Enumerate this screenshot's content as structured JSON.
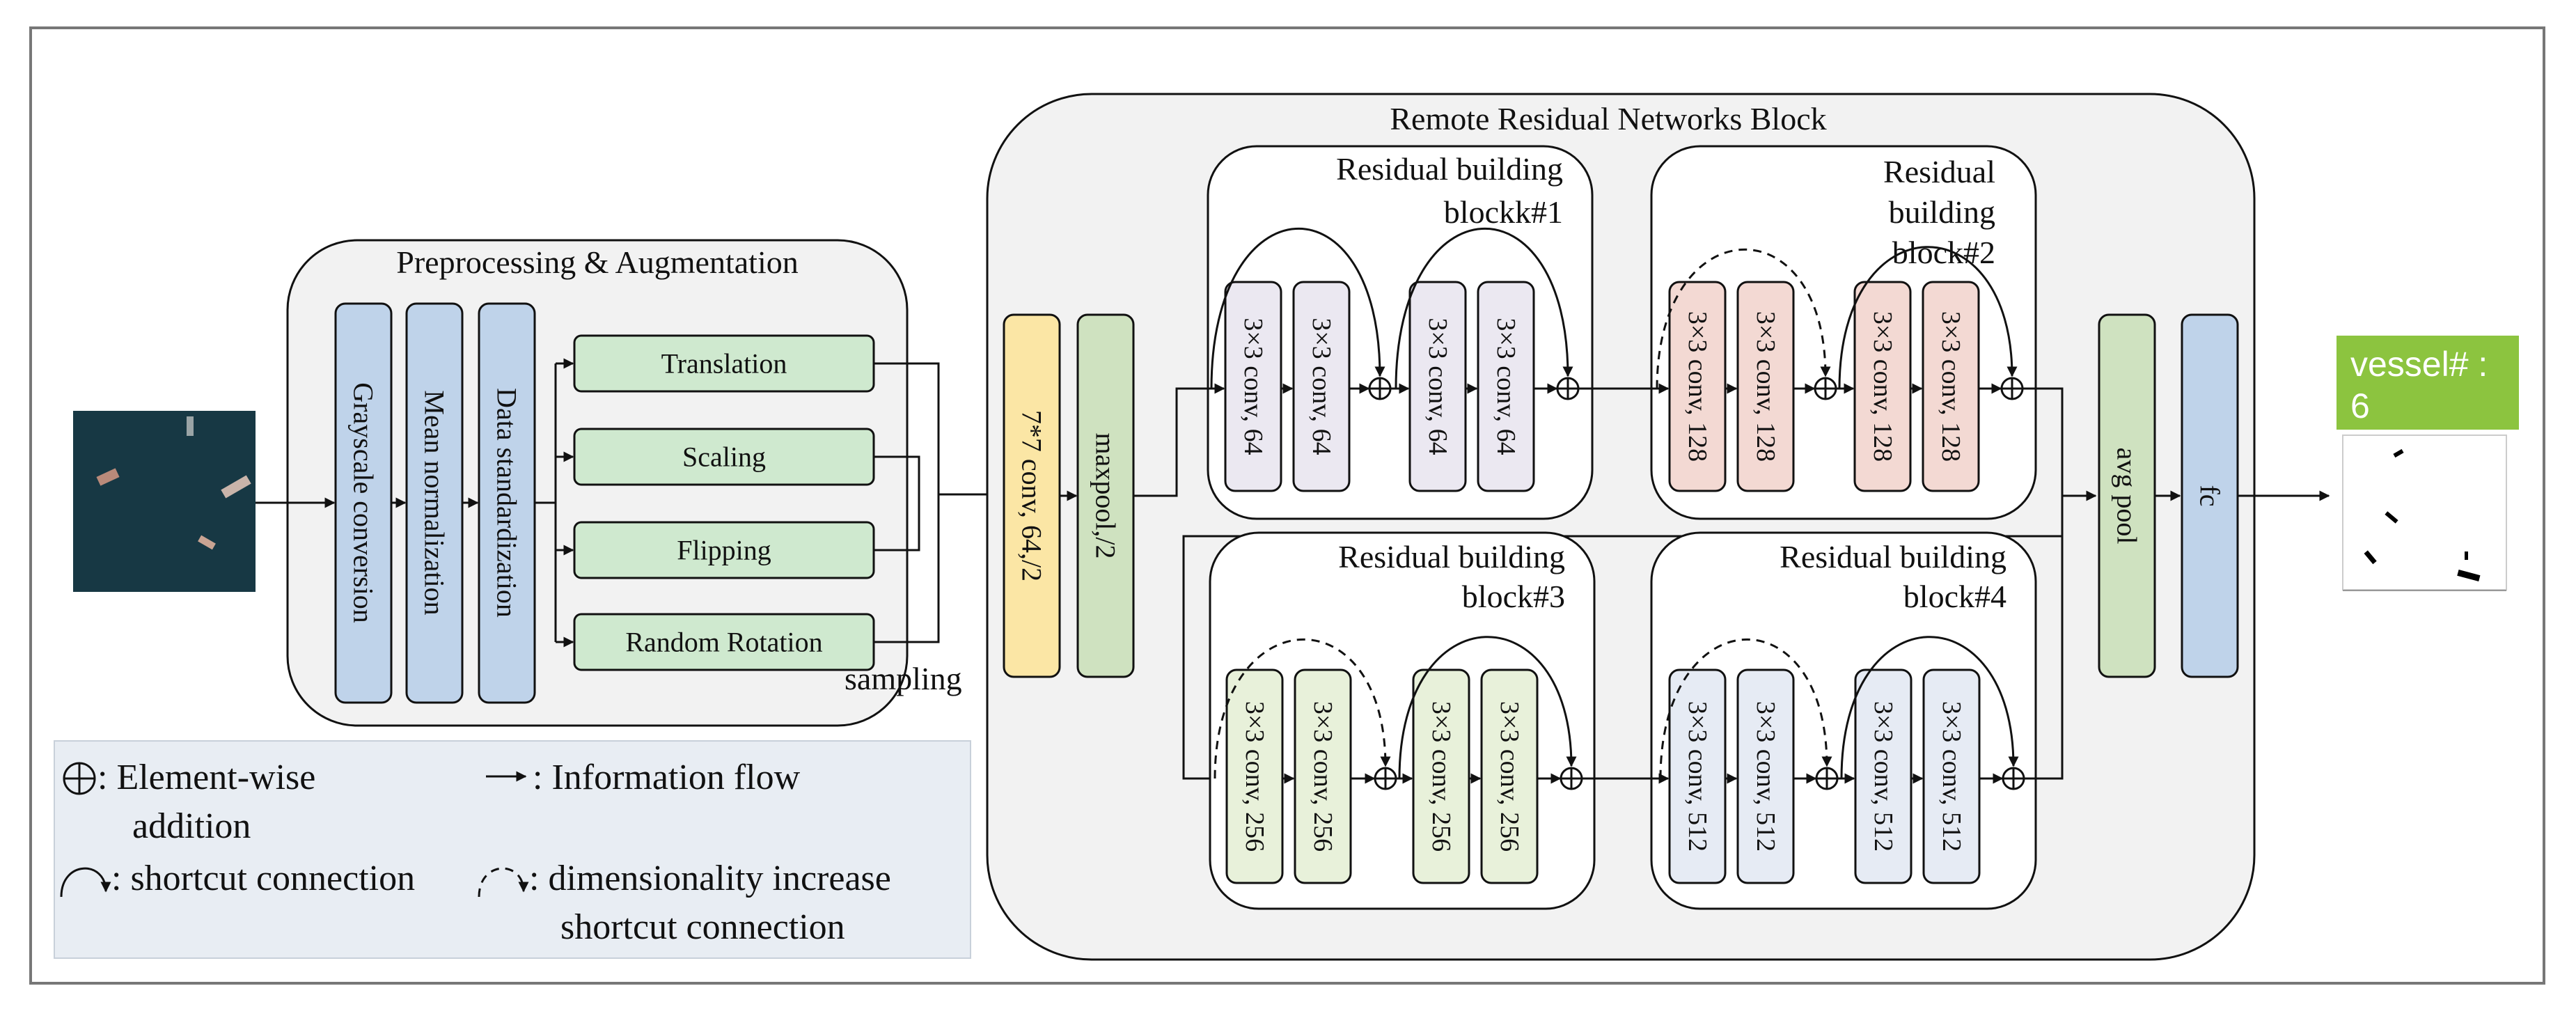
{
  "preprocessing": {
    "title": "Preprocessing & Augmentation",
    "steps": [
      "Grayscale conversion",
      "Mean normalization",
      "Data standardization"
    ],
    "augmentations": [
      "Translation",
      "Scaling",
      "Flipping",
      "Random Rotation"
    ],
    "sampling_label": "sampling"
  },
  "network": {
    "title": "Remote Residual Networks Block",
    "stem": [
      "7*7 conv, 64,/2",
      "maxpool,/2"
    ],
    "blocks": [
      {
        "title_line1": "Residual building",
        "title_line2": "blockk#1",
        "convs": [
          "3×3 conv, 64",
          "3×3 conv, 64",
          "3×3 conv, 64",
          "3×3 conv, 64"
        ]
      },
      {
        "title_line1": "Residual",
        "title_line2": "building",
        "title_line3": "block#2",
        "convs": [
          "3×3 conv, 128",
          "3×3 conv, 128",
          "3×3 conv, 128",
          "3×3 conv, 128"
        ]
      },
      {
        "title_line1": "Residual building",
        "title_line2": "block#3",
        "convs": [
          "3×3 conv, 256",
          "3×3 conv, 256",
          "3×3 conv, 256",
          "3×3 conv, 256"
        ]
      },
      {
        "title_line1": "Residual building",
        "title_line2": "block#4",
        "convs": [
          "3×3 conv, 512",
          "3×3 conv, 512",
          "3×3 conv, 512",
          "3×3 conv, 512"
        ]
      }
    ],
    "head": [
      "avg pool",
      "fc"
    ]
  },
  "output": {
    "badge_line1": "vessel# :",
    "badge_line2": "6"
  },
  "legend": {
    "addition_line1": ": Element-wise",
    "addition_line2": "addition",
    "flow": ": Information flow",
    "shortcut": ": shortcut connection",
    "dim_line1": ": dimensionality increase",
    "dim_line2": "shortcut connection"
  },
  "colors": {
    "preproc_step": "#bfd3ea",
    "augmentation": "#cfe9cf",
    "stem_conv": "#fbe6a5",
    "stem_pool": "#cfe2c0",
    "block1_conv": "#ebe8f1",
    "block2_conv": "#f3d9d3",
    "block3_conv": "#e8f1da",
    "block4_conv": "#e6ebf4",
    "avg_pool": "#cfe2c0",
    "fc": "#bfd3ea",
    "legend_bg": "#e8edf3",
    "badge": "#8cc43f",
    "panel_bg": "#f2f2f2",
    "sea": "#173844"
  }
}
